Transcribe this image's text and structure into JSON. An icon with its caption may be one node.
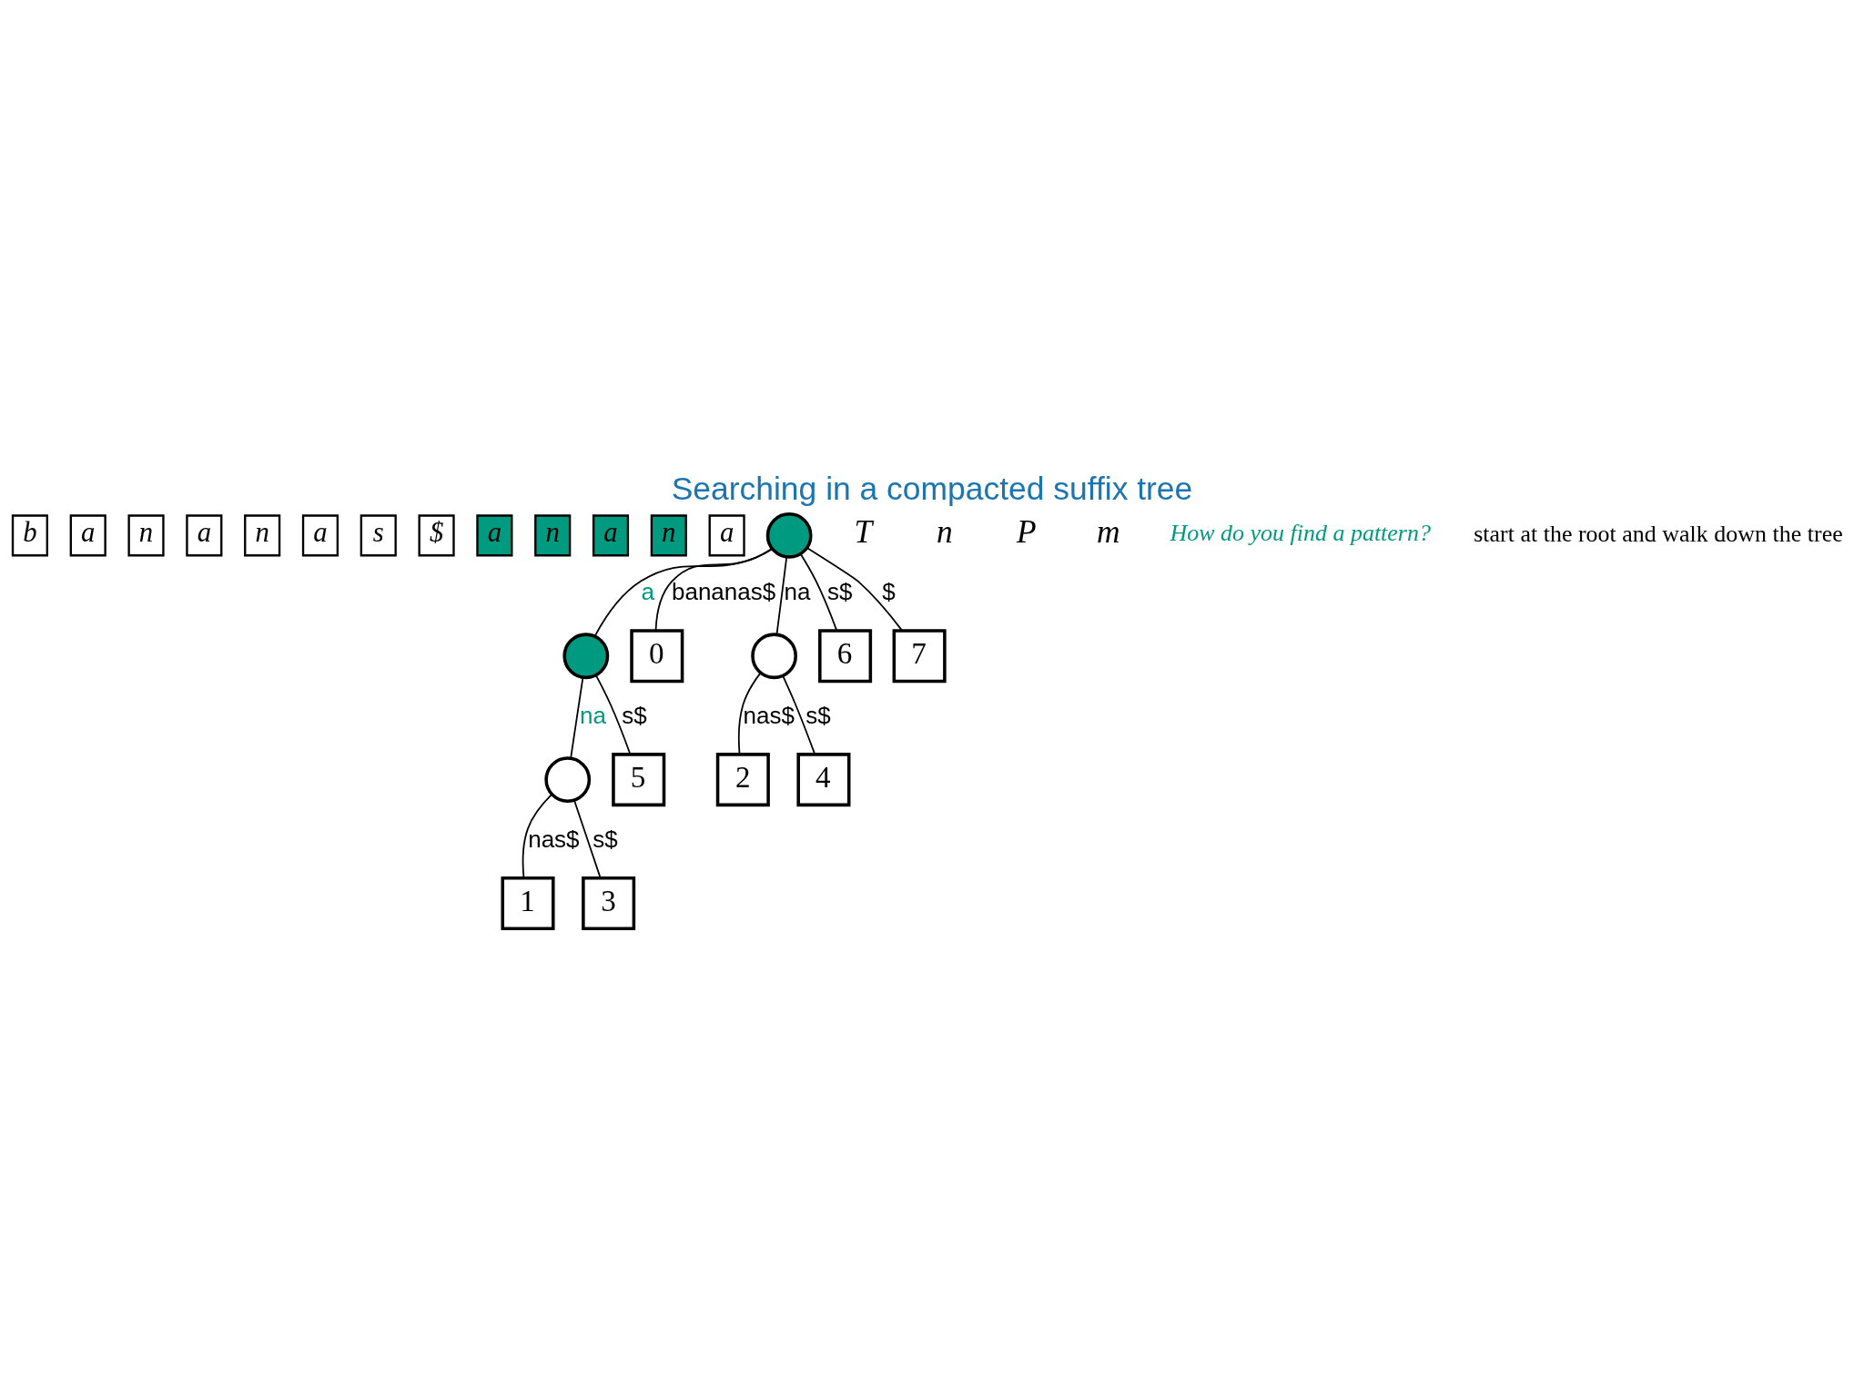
{
  "diagram": {
    "title": "Searching in a compacted suffix tree",
    "nodes": [
      {
        "text": [
          "b"
        ]
      },
      {
        "text": [
          "a"
        ]
      },
      {
        "text": [
          "n"
        ]
      },
      {
        "text": [
          "a"
        ]
      },
      {
        "text": [
          "n"
        ]
      },
      {
        "text": [
          "a"
        ]
      },
      {
        "text": [
          "s"
        ]
      },
      {
        "text": [
          "$"
        ]
      },
      {
        "text": [
          "a"
        ]
      },
      {
        "text": [
          "n"
        ]
      },
      {
        "text": [
          "a"
        ]
      },
      {
        "text": [
          "n"
        ]
      },
      {
        "text": [
          "a"
        ]
      },
      {
        "text": [],
        "shape": "circle"
      },
      {
        "text": [],
        "shape": "circle"
      },
      {
        "text": [
          "0"
        ]
      },
      {
        "text": [],
        "shape": "circle"
      },
      {
        "text": [
          "6"
        ]
      },
      {
        "text": [
          "7"
        ]
      },
      {
        "text": [],
        "shape": "circle"
      },
      {
        "text": [
          "5"
        ]
      },
      {
        "text": [
          "2"
        ]
      },
      {
        "text": [
          "4"
        ]
      },
      {
        "text": [
          "1"
        ]
      },
      {
        "text": [
          "3"
        ]
      }
    ],
    "edges": [
      {
        "from": 13,
        "to": 14,
        "label": "a",
        "arrow": "none"
      },
      {
        "from": 13,
        "to": 15,
        "label": "bananas$",
        "arrow": "none"
      },
      {
        "from": 13,
        "to": 16,
        "label": "na",
        "arrow": "none"
      },
      {
        "from": 13,
        "to": 17,
        "label": "s$",
        "arrow": "none"
      },
      {
        "from": 13,
        "to": 18,
        "label": "$",
        "arrow": "none"
      },
      {
        "from": 14,
        "to": 19,
        "label": "na",
        "arrow": "none"
      },
      {
        "from": 14,
        "to": 20,
        "label": "s$",
        "arrow": "none"
      },
      {
        "from": 16,
        "to": 21,
        "label": "nas$",
        "arrow": "none"
      },
      {
        "from": 16,
        "to": 22,
        "label": "s$",
        "arrow": "none"
      },
      {
        "from": 19,
        "to": 23,
        "label": "nas$",
        "arrow": "none"
      },
      {
        "from": 19,
        "to": 24,
        "label": "s$",
        "arrow": "none"
      }
    ],
    "labels": [
      "T",
      "n",
      "P",
      "m",
      "How do you find a pattern?",
      "start at the root and walk down the tree"
    ]
  }
}
